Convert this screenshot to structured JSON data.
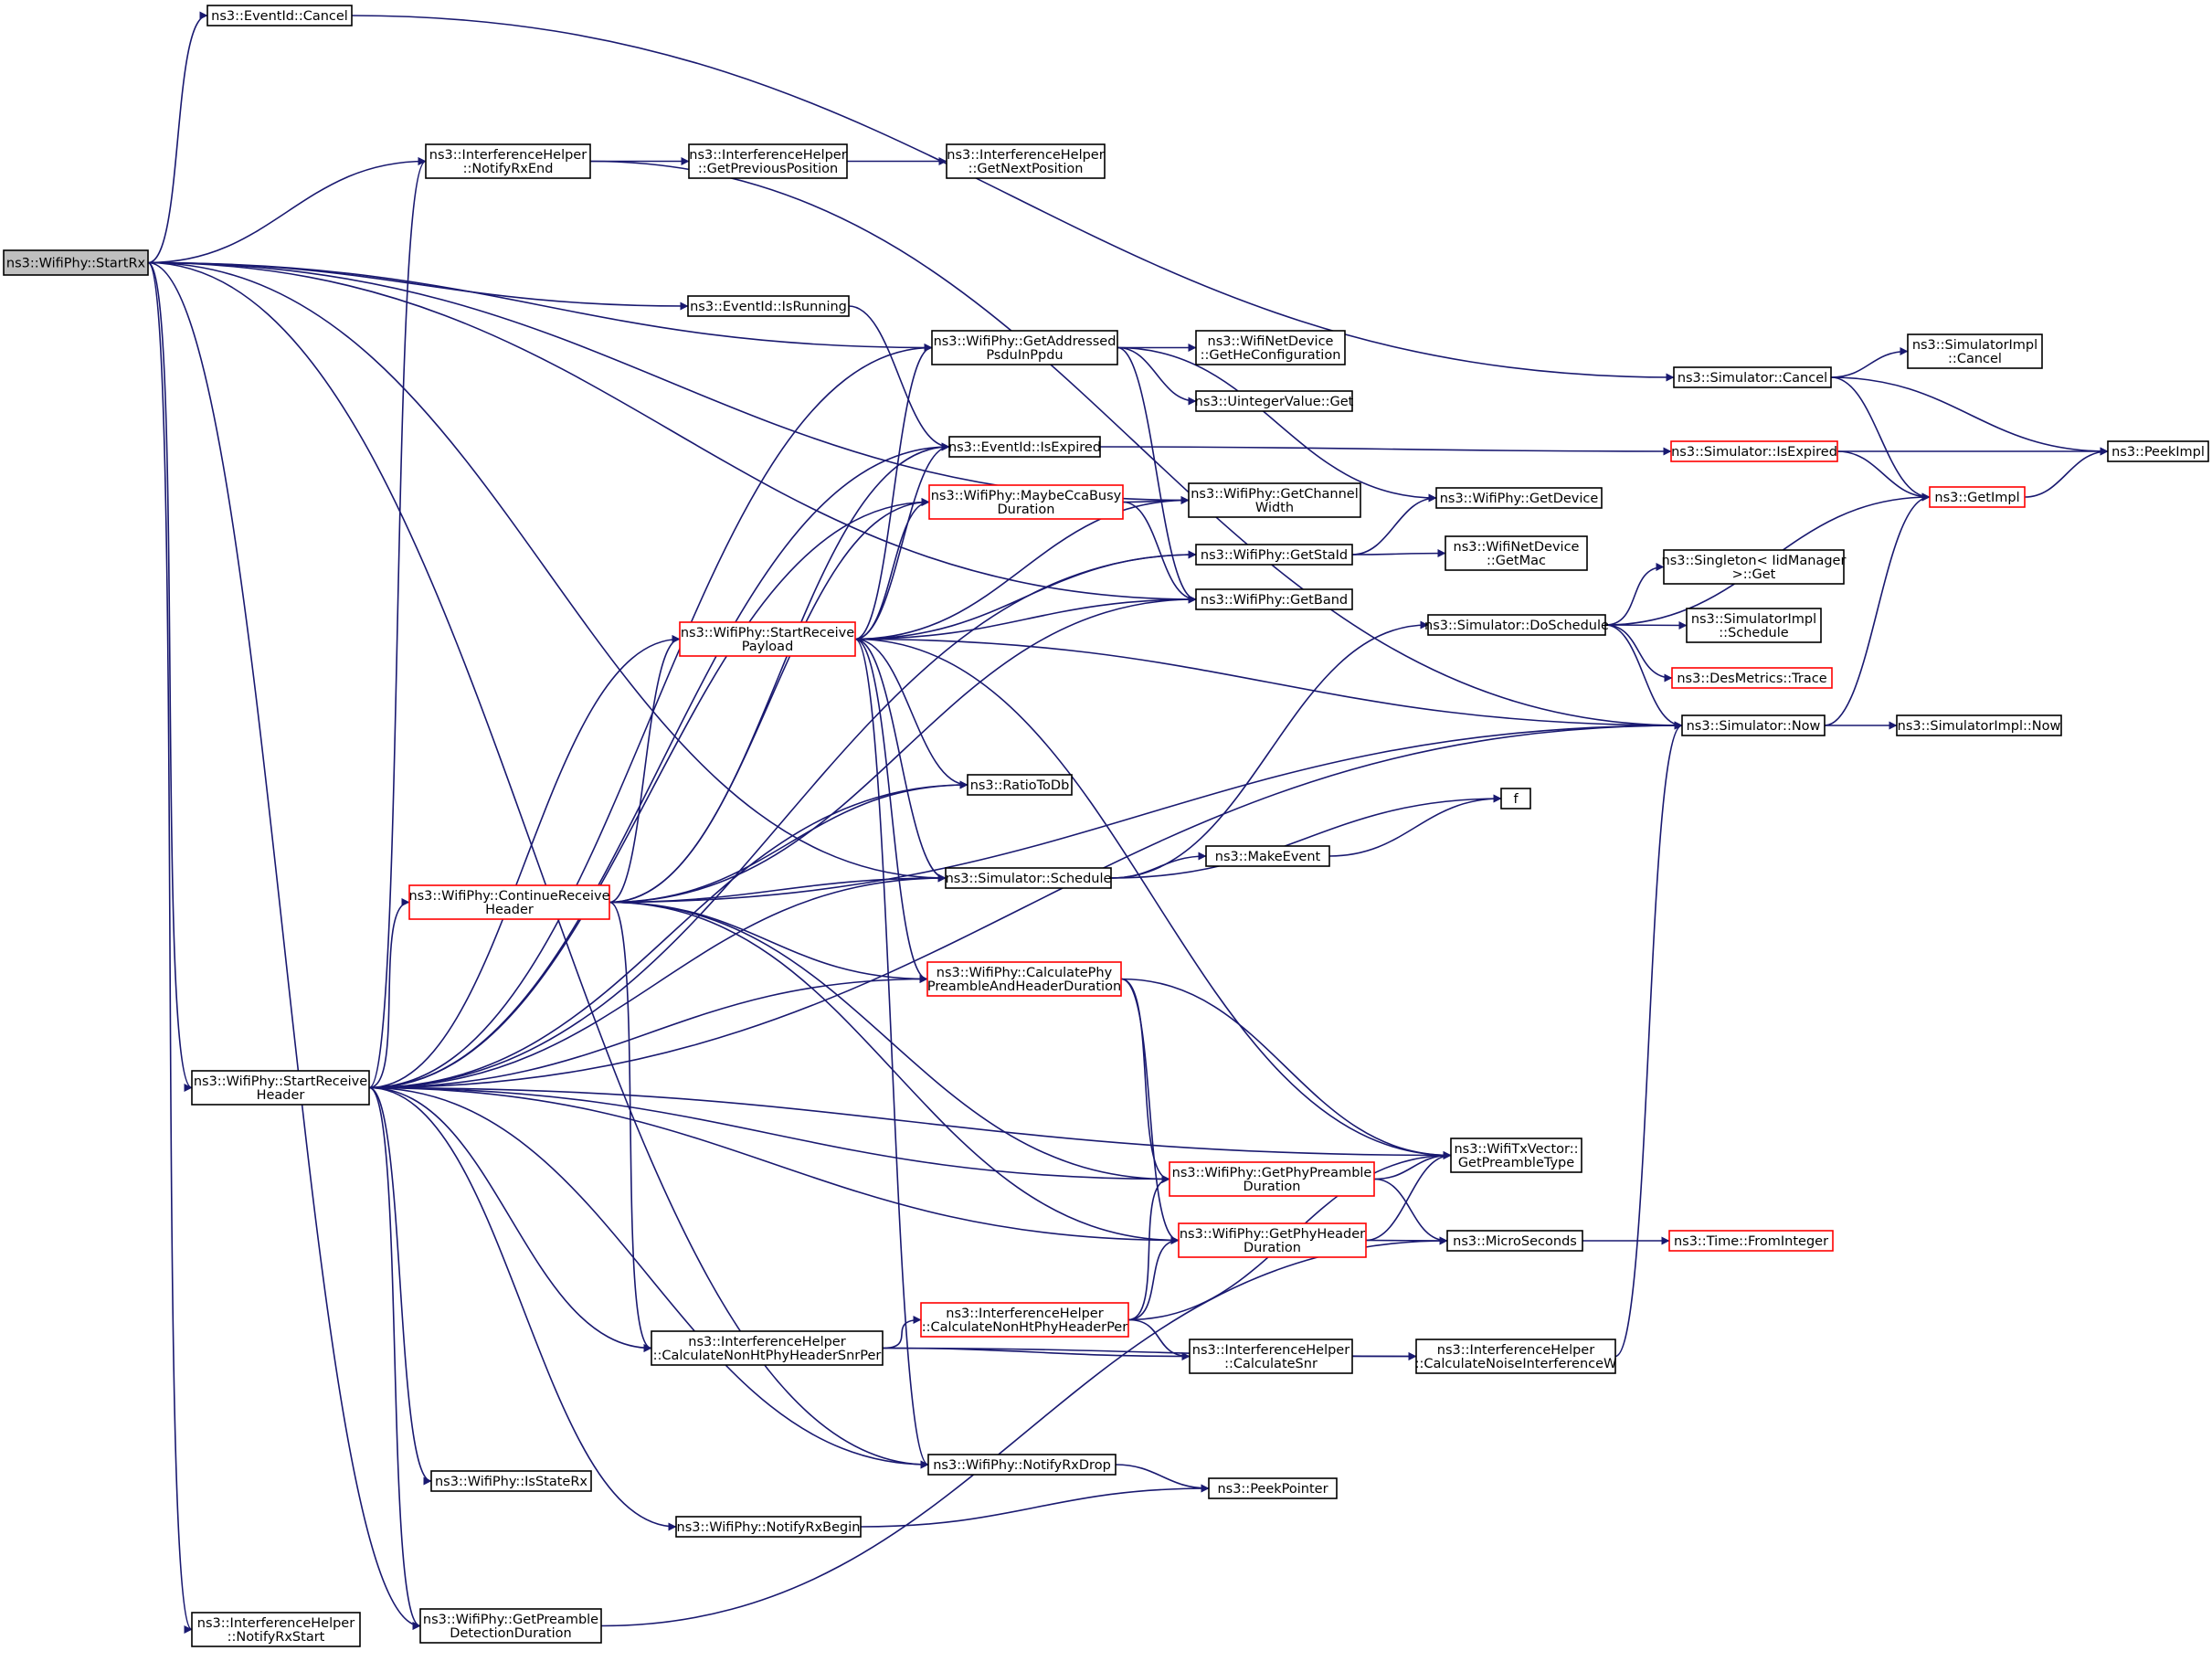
{
  "colors": {
    "edge": "#191970",
    "box_border": "#000000",
    "box_border_red": "#ff0000",
    "box_fill": "#ffffff",
    "root_fill": "#bfbfbf"
  },
  "nodes": [
    {
      "id": "startrx",
      "lines": [
        "ns3::WifiPhy::StartRx"
      ],
      "style": "root"
    },
    {
      "id": "evcancel",
      "lines": [
        "ns3::EventId::Cancel"
      ],
      "style": "normal"
    },
    {
      "id": "notifyrxend",
      "lines": [
        "ns3::InterferenceHelper",
        "::NotifyRxEnd"
      ],
      "style": "normal"
    },
    {
      "id": "getprevpos",
      "lines": [
        "ns3::InterferenceHelper",
        "::GetPreviousPosition"
      ],
      "style": "normal"
    },
    {
      "id": "getnextpos",
      "lines": [
        "ns3::InterferenceHelper",
        "::GetNextPosition"
      ],
      "style": "normal"
    },
    {
      "id": "isrunning",
      "lines": [
        "ns3::EventId::IsRunning"
      ],
      "style": "normal"
    },
    {
      "id": "getaddressed",
      "lines": [
        "ns3::WifiPhy::GetAddressed",
        "PsduInPpdu"
      ],
      "style": "normal"
    },
    {
      "id": "gethecfg",
      "lines": [
        "ns3::WifiNetDevice",
        "::GetHeConfiguration"
      ],
      "style": "normal"
    },
    {
      "id": "uintget",
      "lines": [
        "ns3::UintegerValue::Get"
      ],
      "style": "normal"
    },
    {
      "id": "isexpired",
      "lines": [
        "ns3::EventId::IsExpired"
      ],
      "style": "normal"
    },
    {
      "id": "maybecca",
      "lines": [
        "ns3::WifiPhy::MaybeCcaBusy",
        "Duration"
      ],
      "style": "red"
    },
    {
      "id": "getchanwidth",
      "lines": [
        "ns3::WifiPhy::GetChannel",
        "Width"
      ],
      "style": "normal"
    },
    {
      "id": "getstaid",
      "lines": [
        "ns3::WifiPhy::GetStaId"
      ],
      "style": "normal"
    },
    {
      "id": "getband",
      "lines": [
        "ns3::WifiPhy::GetBand"
      ],
      "style": "normal"
    },
    {
      "id": "getdevice",
      "lines": [
        "ns3::WifiPhy::GetDevice"
      ],
      "style": "normal"
    },
    {
      "id": "getmac",
      "lines": [
        "ns3::WifiNetDevice",
        "::GetMac"
      ],
      "style": "normal"
    },
    {
      "id": "simcancel",
      "lines": [
        "ns3::Simulator::Cancel"
      ],
      "style": "normal"
    },
    {
      "id": "simimplcancel",
      "lines": [
        "ns3::SimulatorImpl",
        "::Cancel"
      ],
      "style": "normal"
    },
    {
      "id": "simisexpired",
      "lines": [
        "ns3::Simulator::IsExpired"
      ],
      "style": "red"
    },
    {
      "id": "peekimpl",
      "lines": [
        "ns3::PeekImpl"
      ],
      "style": "normal"
    },
    {
      "id": "getimpl",
      "lines": [
        "ns3::GetImpl"
      ],
      "style": "red"
    },
    {
      "id": "singletonget",
      "lines": [
        "ns3::Singleton< IidManager",
        " >::Get"
      ],
      "style": "normal"
    },
    {
      "id": "doschedule",
      "lines": [
        "ns3::Simulator::DoSchedule"
      ],
      "style": "normal"
    },
    {
      "id": "simimplschedule",
      "lines": [
        "ns3::SimulatorImpl",
        "::Schedule"
      ],
      "style": "normal"
    },
    {
      "id": "desmetrics",
      "lines": [
        "ns3::DesMetrics::Trace"
      ],
      "style": "red"
    },
    {
      "id": "simnow",
      "lines": [
        "ns3::Simulator::Now"
      ],
      "style": "normal"
    },
    {
      "id": "simimplnow",
      "lines": [
        "ns3::SimulatorImpl::Now"
      ],
      "style": "normal"
    },
    {
      "id": "startrecvpayload",
      "lines": [
        "ns3::WifiPhy::StartReceive",
        "Payload"
      ],
      "style": "red"
    },
    {
      "id": "ratiotodb",
      "lines": [
        "ns3::RatioToDb"
      ],
      "style": "normal"
    },
    {
      "id": "f",
      "lines": [
        "f"
      ],
      "style": "normal"
    },
    {
      "id": "makeevent",
      "lines": [
        "ns3::MakeEvent"
      ],
      "style": "normal"
    },
    {
      "id": "simschedule",
      "lines": [
        "ns3::Simulator::Schedule"
      ],
      "style": "normal"
    },
    {
      "id": "contrecvheader",
      "lines": [
        "ns3::WifiPhy::ContinueReceive",
        "Header"
      ],
      "style": "red"
    },
    {
      "id": "calcphypreamble",
      "lines": [
        "ns3::WifiPhy::CalculatePhy",
        "PreambleAndHeaderDuration"
      ],
      "style": "red"
    },
    {
      "id": "startrecvheader",
      "lines": [
        "ns3::WifiPhy::StartReceive",
        "Header"
      ],
      "style": "normal"
    },
    {
      "id": "getpreambletype",
      "lines": [
        "ns3::WifiTxVector::",
        "GetPreambleType"
      ],
      "style": "normal"
    },
    {
      "id": "getphypreamble",
      "lines": [
        "ns3::WifiPhy::GetPhyPreamble",
        "Duration"
      ],
      "style": "red"
    },
    {
      "id": "getphyheader",
      "lines": [
        "ns3::WifiPhy::GetPhyHeader",
        "Duration"
      ],
      "style": "red"
    },
    {
      "id": "microseconds",
      "lines": [
        "ns3::MicroSeconds"
      ],
      "style": "normal"
    },
    {
      "id": "fromint",
      "lines": [
        "ns3::Time::FromInteger"
      ],
      "style": "red"
    },
    {
      "id": "calcnonhtper",
      "lines": [
        "ns3::InterferenceHelper",
        "::CalculateNonHtPhyHeaderPer"
      ],
      "style": "red"
    },
    {
      "id": "calcnonhtsnrper",
      "lines": [
        "ns3::InterferenceHelper",
        "::CalculateNonHtPhyHeaderSnrPer"
      ],
      "style": "normal"
    },
    {
      "id": "calcsnr",
      "lines": [
        "ns3::InterferenceHelper",
        "::CalculateSnr"
      ],
      "style": "normal"
    },
    {
      "id": "calcnoise",
      "lines": [
        "ns3::InterferenceHelper",
        "::CalculateNoiseInterferenceW"
      ],
      "style": "normal"
    },
    {
      "id": "notifyrxdrop",
      "lines": [
        "ns3::WifiPhy::NotifyRxDrop"
      ],
      "style": "normal"
    },
    {
      "id": "peekpointer",
      "lines": [
        "ns3::PeekPointer"
      ],
      "style": "normal"
    },
    {
      "id": "isstaterx",
      "lines": [
        "ns3::WifiPhy::IsStateRx"
      ],
      "style": "normal"
    },
    {
      "id": "notifyrxbegin",
      "lines": [
        "ns3::WifiPhy::NotifyRxBegin"
      ],
      "style": "normal"
    },
    {
      "id": "notifyrxstart",
      "lines": [
        "ns3::InterferenceHelper",
        "::NotifyRxStart"
      ],
      "style": "normal"
    },
    {
      "id": "getpreambledet",
      "lines": [
        "ns3::WifiPhy::GetPreamble",
        "DetectionDuration"
      ],
      "style": "normal"
    }
  ],
  "edges": [
    {
      "from": "startrx",
      "to": "evcancel"
    },
    {
      "from": "startrx",
      "to": "getchanwidth"
    },
    {
      "from": "startrx",
      "to": "getband"
    },
    {
      "from": "startrx",
      "to": "notifyrxend"
    },
    {
      "from": "startrx",
      "to": "getaddressed"
    },
    {
      "from": "startrx",
      "to": "isrunning"
    },
    {
      "from": "startrx",
      "to": "simschedule"
    },
    {
      "from": "startrx",
      "to": "startrecvheader"
    },
    {
      "from": "startrx",
      "to": "notifyrxdrop"
    },
    {
      "from": "startrx",
      "to": "notifyrxstart"
    },
    {
      "from": "startrx",
      "to": "getpreambledet"
    },
    {
      "from": "evcancel",
      "to": "simcancel"
    },
    {
      "from": "notifyrxend",
      "to": "getprevpos"
    },
    {
      "from": "notifyrxend",
      "to": "simnow"
    },
    {
      "from": "getprevpos",
      "to": "getnextpos"
    },
    {
      "from": "isrunning",
      "to": "isexpired"
    },
    {
      "from": "getaddressed",
      "to": "gethecfg"
    },
    {
      "from": "getaddressed",
      "to": "uintget"
    },
    {
      "from": "getaddressed",
      "to": "getdevice"
    },
    {
      "from": "getaddressed",
      "to": "getband"
    },
    {
      "from": "isexpired",
      "to": "simisexpired"
    },
    {
      "from": "maybecca",
      "to": "getchanwidth"
    },
    {
      "from": "maybecca",
      "to": "getband"
    },
    {
      "from": "getstaid",
      "to": "getdevice"
    },
    {
      "from": "getstaid",
      "to": "getmac"
    },
    {
      "from": "simcancel",
      "to": "simimplcancel"
    },
    {
      "from": "simcancel",
      "to": "peekimpl"
    },
    {
      "from": "simcancel",
      "to": "getimpl"
    },
    {
      "from": "simisexpired",
      "to": "peekimpl"
    },
    {
      "from": "simisexpired",
      "to": "getimpl"
    },
    {
      "from": "getimpl",
      "to": "peekimpl"
    },
    {
      "from": "doschedule",
      "to": "getimpl"
    },
    {
      "from": "doschedule",
      "to": "singletonget"
    },
    {
      "from": "doschedule",
      "to": "simimplschedule"
    },
    {
      "from": "doschedule",
      "to": "desmetrics"
    },
    {
      "from": "doschedule",
      "to": "simnow"
    },
    {
      "from": "simnow",
      "to": "getimpl"
    },
    {
      "from": "simnow",
      "to": "simimplnow"
    },
    {
      "from": "startrecvpayload",
      "to": "getaddressed"
    },
    {
      "from": "startrecvpayload",
      "to": "isexpired"
    },
    {
      "from": "startrecvpayload",
      "to": "maybecca"
    },
    {
      "from": "startrecvpayload",
      "to": "getchanwidth"
    },
    {
      "from": "startrecvpayload",
      "to": "getstaid"
    },
    {
      "from": "startrecvpayload",
      "to": "getband"
    },
    {
      "from": "startrecvpayload",
      "to": "simnow"
    },
    {
      "from": "startrecvpayload",
      "to": "ratiotodb"
    },
    {
      "from": "startrecvpayload",
      "to": "simschedule"
    },
    {
      "from": "startrecvpayload",
      "to": "getpreambletype"
    },
    {
      "from": "startrecvpayload",
      "to": "calcphypreamble"
    },
    {
      "from": "startrecvpayload",
      "to": "notifyrxdrop"
    },
    {
      "from": "simschedule",
      "to": "makeevent"
    },
    {
      "from": "simschedule",
      "to": "f"
    },
    {
      "from": "simschedule",
      "to": "doschedule"
    },
    {
      "from": "makeevent",
      "to": "f"
    },
    {
      "from": "contrecvheader",
      "to": "maybecca"
    },
    {
      "from": "contrecvheader",
      "to": "isexpired"
    },
    {
      "from": "contrecvheader",
      "to": "startrecvpayload"
    },
    {
      "from": "contrecvheader",
      "to": "ratiotodb"
    },
    {
      "from": "contrecvheader",
      "to": "getband"
    },
    {
      "from": "contrecvheader",
      "to": "simschedule"
    },
    {
      "from": "contrecvheader",
      "to": "simnow"
    },
    {
      "from": "contrecvheader",
      "to": "calcphypreamble"
    },
    {
      "from": "contrecvheader",
      "to": "getphypreamble"
    },
    {
      "from": "contrecvheader",
      "to": "getphyheader"
    },
    {
      "from": "contrecvheader",
      "to": "calcnonhtsnrper"
    },
    {
      "from": "calcphypreamble",
      "to": "getpreambletype"
    },
    {
      "from": "calcphypreamble",
      "to": "getphypreamble"
    },
    {
      "from": "calcphypreamble",
      "to": "getphyheader"
    },
    {
      "from": "startrecvheader",
      "to": "notifyrxend"
    },
    {
      "from": "startrecvheader",
      "to": "getaddressed"
    },
    {
      "from": "startrecvheader",
      "to": "isexpired"
    },
    {
      "from": "startrecvheader",
      "to": "maybecca"
    },
    {
      "from": "startrecvheader",
      "to": "startrecvpayload"
    },
    {
      "from": "startrecvheader",
      "to": "ratiotodb"
    },
    {
      "from": "startrecvheader",
      "to": "getstaid"
    },
    {
      "from": "startrecvheader",
      "to": "contrecvheader"
    },
    {
      "from": "startrecvheader",
      "to": "simschedule"
    },
    {
      "from": "startrecvheader",
      "to": "calcphypreamble"
    },
    {
      "from": "startrecvheader",
      "to": "getpreambletype"
    },
    {
      "from": "startrecvheader",
      "to": "getphypreamble"
    },
    {
      "from": "startrecvheader",
      "to": "getphyheader"
    },
    {
      "from": "startrecvheader",
      "to": "calcnonhtsnrper"
    },
    {
      "from": "startrecvheader",
      "to": "notifyrxdrop"
    },
    {
      "from": "startrecvheader",
      "to": "isstaterx"
    },
    {
      "from": "startrecvheader",
      "to": "notifyrxbegin"
    },
    {
      "from": "startrecvheader",
      "to": "getpreambledet"
    },
    {
      "from": "startrecvheader",
      "to": "simnow"
    },
    {
      "from": "getphypreamble",
      "to": "getpreambletype"
    },
    {
      "from": "getphypreamble",
      "to": "microseconds"
    },
    {
      "from": "getphyheader",
      "to": "getpreambletype"
    },
    {
      "from": "getphyheader",
      "to": "microseconds"
    },
    {
      "from": "microseconds",
      "to": "fromint"
    },
    {
      "from": "calcnonhtper",
      "to": "getphypreamble"
    },
    {
      "from": "calcnonhtper",
      "to": "getphyheader"
    },
    {
      "from": "calcnonhtper",
      "to": "calcsnr"
    },
    {
      "from": "calcnonhtper",
      "to": "getpreambletype"
    },
    {
      "from": "calcnonhtsnrper",
      "to": "calcnonhtper"
    },
    {
      "from": "calcnonhtsnrper",
      "to": "calcsnr"
    },
    {
      "from": "calcnonhtsnrper",
      "to": "calcnoise"
    },
    {
      "from": "calcsnr",
      "to": "calcnoise"
    },
    {
      "from": "calcnoise",
      "to": "simnow"
    },
    {
      "from": "notifyrxdrop",
      "to": "peekpointer"
    },
    {
      "from": "notifyrxbegin",
      "to": "peekpointer"
    },
    {
      "from": "getpreambledet",
      "to": "microseconds"
    }
  ]
}
